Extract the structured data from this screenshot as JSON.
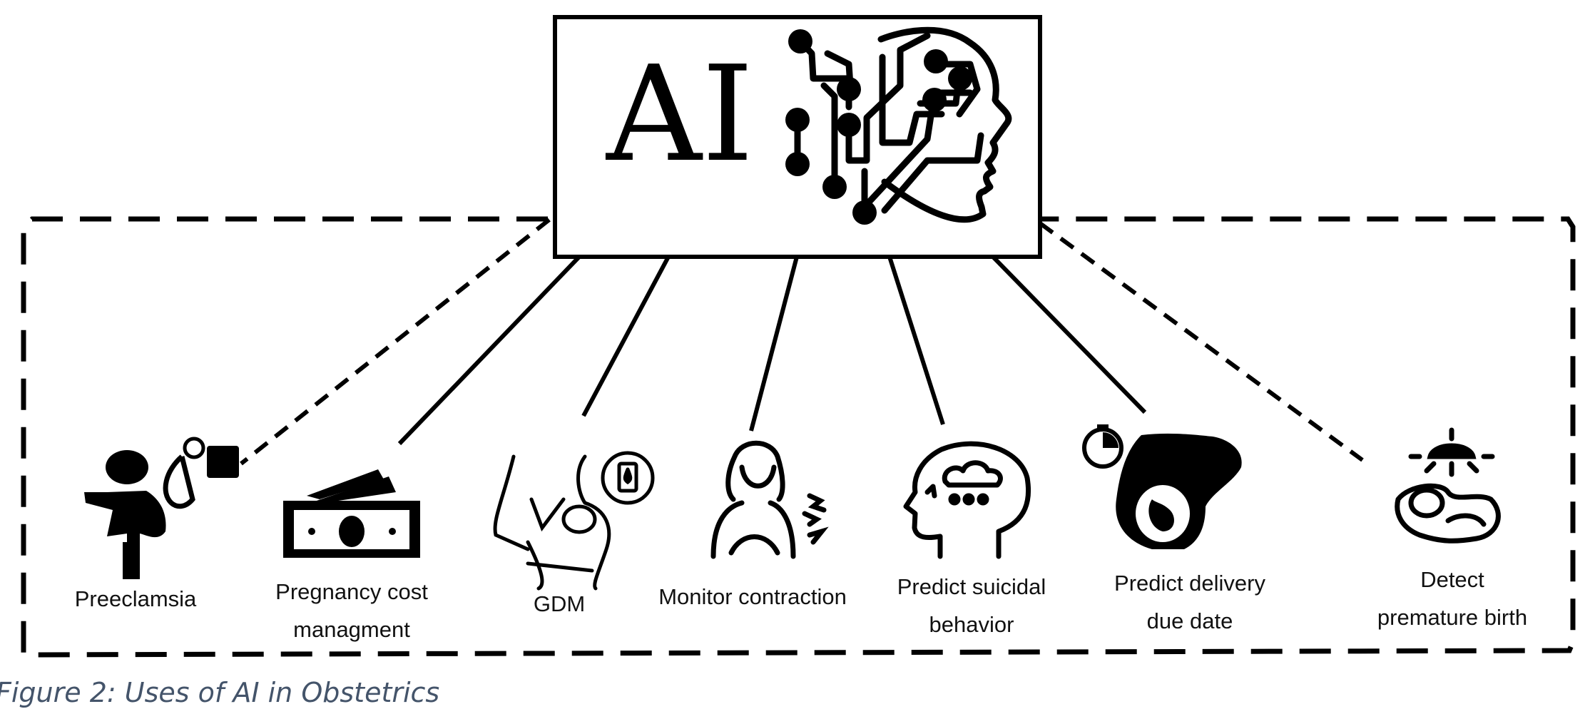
{
  "hub": {
    "label": "AI"
  },
  "items": [
    {
      "icon": "pregnant-woman-blood-pressure-icon",
      "lines": [
        "Preeclamsia"
      ]
    },
    {
      "icon": "money-stack-icon",
      "lines": [
        "Pregnancy cost",
        "managment"
      ]
    },
    {
      "icon": "pregnant-glucose-meter-icon",
      "lines": [
        "GDM"
      ]
    },
    {
      "icon": "woman-contraction-icon",
      "lines": [
        "Monitor contraction"
      ]
    },
    {
      "icon": "head-storm-cloud-icon",
      "lines": [
        "Predict suicidal",
        "behavior"
      ]
    },
    {
      "icon": "pregnant-belly-stopwatch-icon",
      "lines": [
        "Predict delivery",
        "due date"
      ]
    },
    {
      "icon": "baby-under-lamp-icon",
      "lines": [
        "Detect",
        "premature birth"
      ]
    }
  ],
  "caption": "Figure 2: Uses of AI in Obstetrics",
  "colors": {
    "stroke": "#000000",
    "caption": "#44546a"
  }
}
